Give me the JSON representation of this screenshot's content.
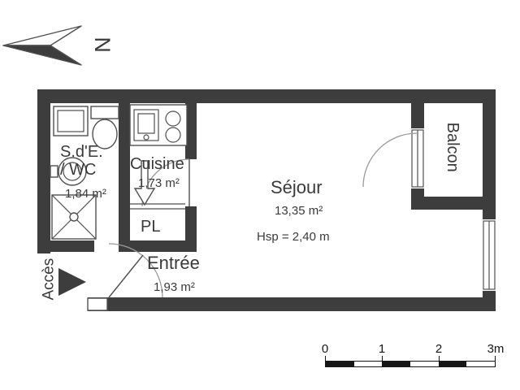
{
  "colors": {
    "wall": "#3d3d3d",
    "ink": "#3a3a3a",
    "line": "#4f4f4f",
    "arc": "#9a9a9a"
  },
  "compass": {
    "label": "N"
  },
  "rooms": {
    "bathroom": {
      "name_line1": "S.d'E.",
      "name_line2": "/ WC",
      "area": "1,84 m²"
    },
    "kitchen": {
      "name": "Cuisine",
      "area": "1,73 m²"
    },
    "living": {
      "name": "Séjour",
      "area": "13,35 m²",
      "ceiling_height": "Hsp = 2,40 m"
    },
    "closet": {
      "name": "PL"
    },
    "entry": {
      "name": "Entrée",
      "area": "1,93 m²"
    },
    "balcony": {
      "name": "Balcon"
    },
    "access": {
      "name": "Accès"
    }
  },
  "scale_bar": {
    "labels": [
      "0",
      "1",
      "2",
      "3m"
    ]
  }
}
